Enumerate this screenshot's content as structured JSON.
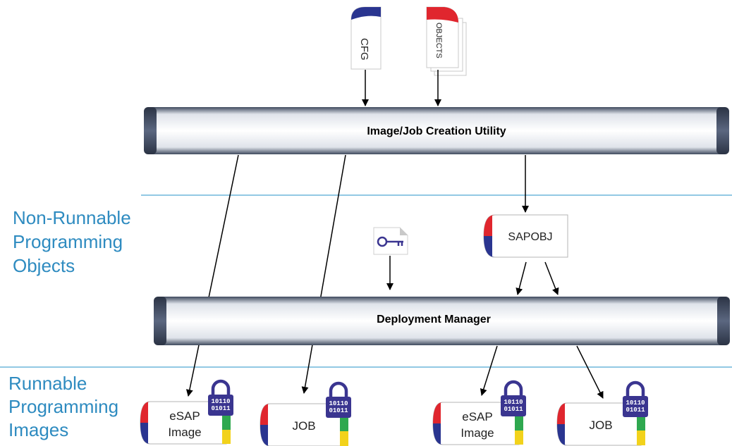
{
  "inputs": {
    "cfg": "CFG",
    "objects": "OBJECTS"
  },
  "utility": {
    "label": "Image/Job Creation Utility"
  },
  "deployment": {
    "label": "Deployment Manager"
  },
  "sections": {
    "non_runnable": [
      "Non-Runnable",
      "Programming",
      "Objects"
    ],
    "runnable": [
      "Runnable",
      "Programming",
      "Images"
    ]
  },
  "sapobj": {
    "label": "SAPOBJ"
  },
  "binary": {
    "line1": "10110",
    "line2": "01011"
  },
  "outputs": [
    {
      "lines": [
        "eSAP",
        "Image"
      ]
    },
    {
      "lines": [
        "JOB"
      ]
    },
    {
      "lines": [
        "eSAP",
        "Image"
      ]
    },
    {
      "lines": [
        "JOB"
      ]
    }
  ],
  "colors": {
    "section_text": "#2E8BC0",
    "divider": "#6FB7DC",
    "bar_dark": "#3F4A5E",
    "red": "#E0262E",
    "blue": "#2A3590",
    "yellow": "#F2D21B",
    "green": "#2FA84F",
    "lock": "#3A3590"
  }
}
